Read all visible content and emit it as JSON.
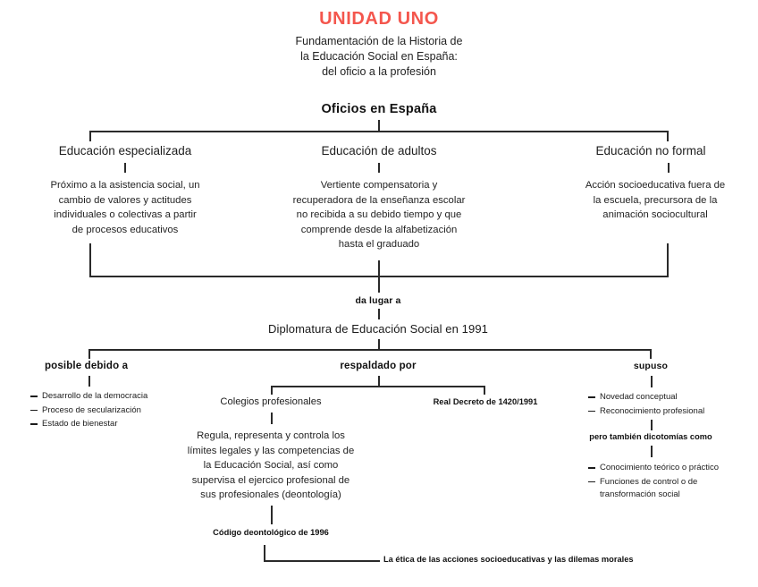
{
  "doc": {
    "title": "UNIDAD UNO",
    "subtitle_lines": [
      "Fundamentación de la Historia de",
      "la Educación Social en España:",
      "del oficio a la profesión"
    ],
    "accent_color": "#f4564d",
    "highlight_color": "#f9b3ab",
    "line_color": "#2a2a2a"
  },
  "root": {
    "label": "Oficios en España"
  },
  "branches": [
    {
      "id": "educacion-especializada",
      "heading": "Educación especializada",
      "body_lines": [
        "Próximo a la asistencia social, un",
        "cambio de valores y actitudes",
        "individuales o colectivas a partir",
        "de procesos educativos"
      ]
    },
    {
      "id": "educacion-de-adultos",
      "heading": "Educación de adultos",
      "body_lines": [
        "Vertiente compensatoria y",
        "recuperadora de la enseñanza escolar",
        "no recibida a su debido tiempo y que",
        "comprende desde la alfabetización",
        "hasta el graduado"
      ]
    },
    {
      "id": "educacion-no-formal",
      "heading": "Educación no formal",
      "body_lines": [
        "Acción socioeducativa fuera de",
        "la escuela, precursora de la",
        "animación sociocultural"
      ]
    }
  ],
  "merge": {
    "connector_label": "da lugar a",
    "result": "Diplomatura de Educación Social en 1991"
  },
  "lower": {
    "left": {
      "label": "posible debido a",
      "items": [
        "Desarrollo de la democracia",
        "Proceso de secularización",
        "Estado de bienestar"
      ]
    },
    "center": {
      "label": "respaldado por",
      "children": [
        {
          "id": "colegios-profesionales",
          "label": "Colegios profesionales"
        },
        {
          "id": "real-decreto",
          "label": "Real Decreto de 1420/1991"
        }
      ],
      "colegios_body_lines": [
        "Regula, representa y controla los",
        "límites legales y las competencias de",
        "la Educación Social, así como",
        "supervisa el ejercico profesional de",
        "sus profesionales (deontología)"
      ],
      "codigo": "Código deontológico de 1996",
      "codigo_detail": "La ética de las acciones socioeducativas y las dilemas morales"
    },
    "right": {
      "label": "supuso",
      "items": [
        "Novedad conceptual",
        "Reconocimiento profesional"
      ],
      "dicotomias_label": "pero también dicotomías como",
      "dicotomias_items": [
        "Conocimiento teórico o práctico",
        "Funciones de control o de transformación social"
      ]
    }
  }
}
